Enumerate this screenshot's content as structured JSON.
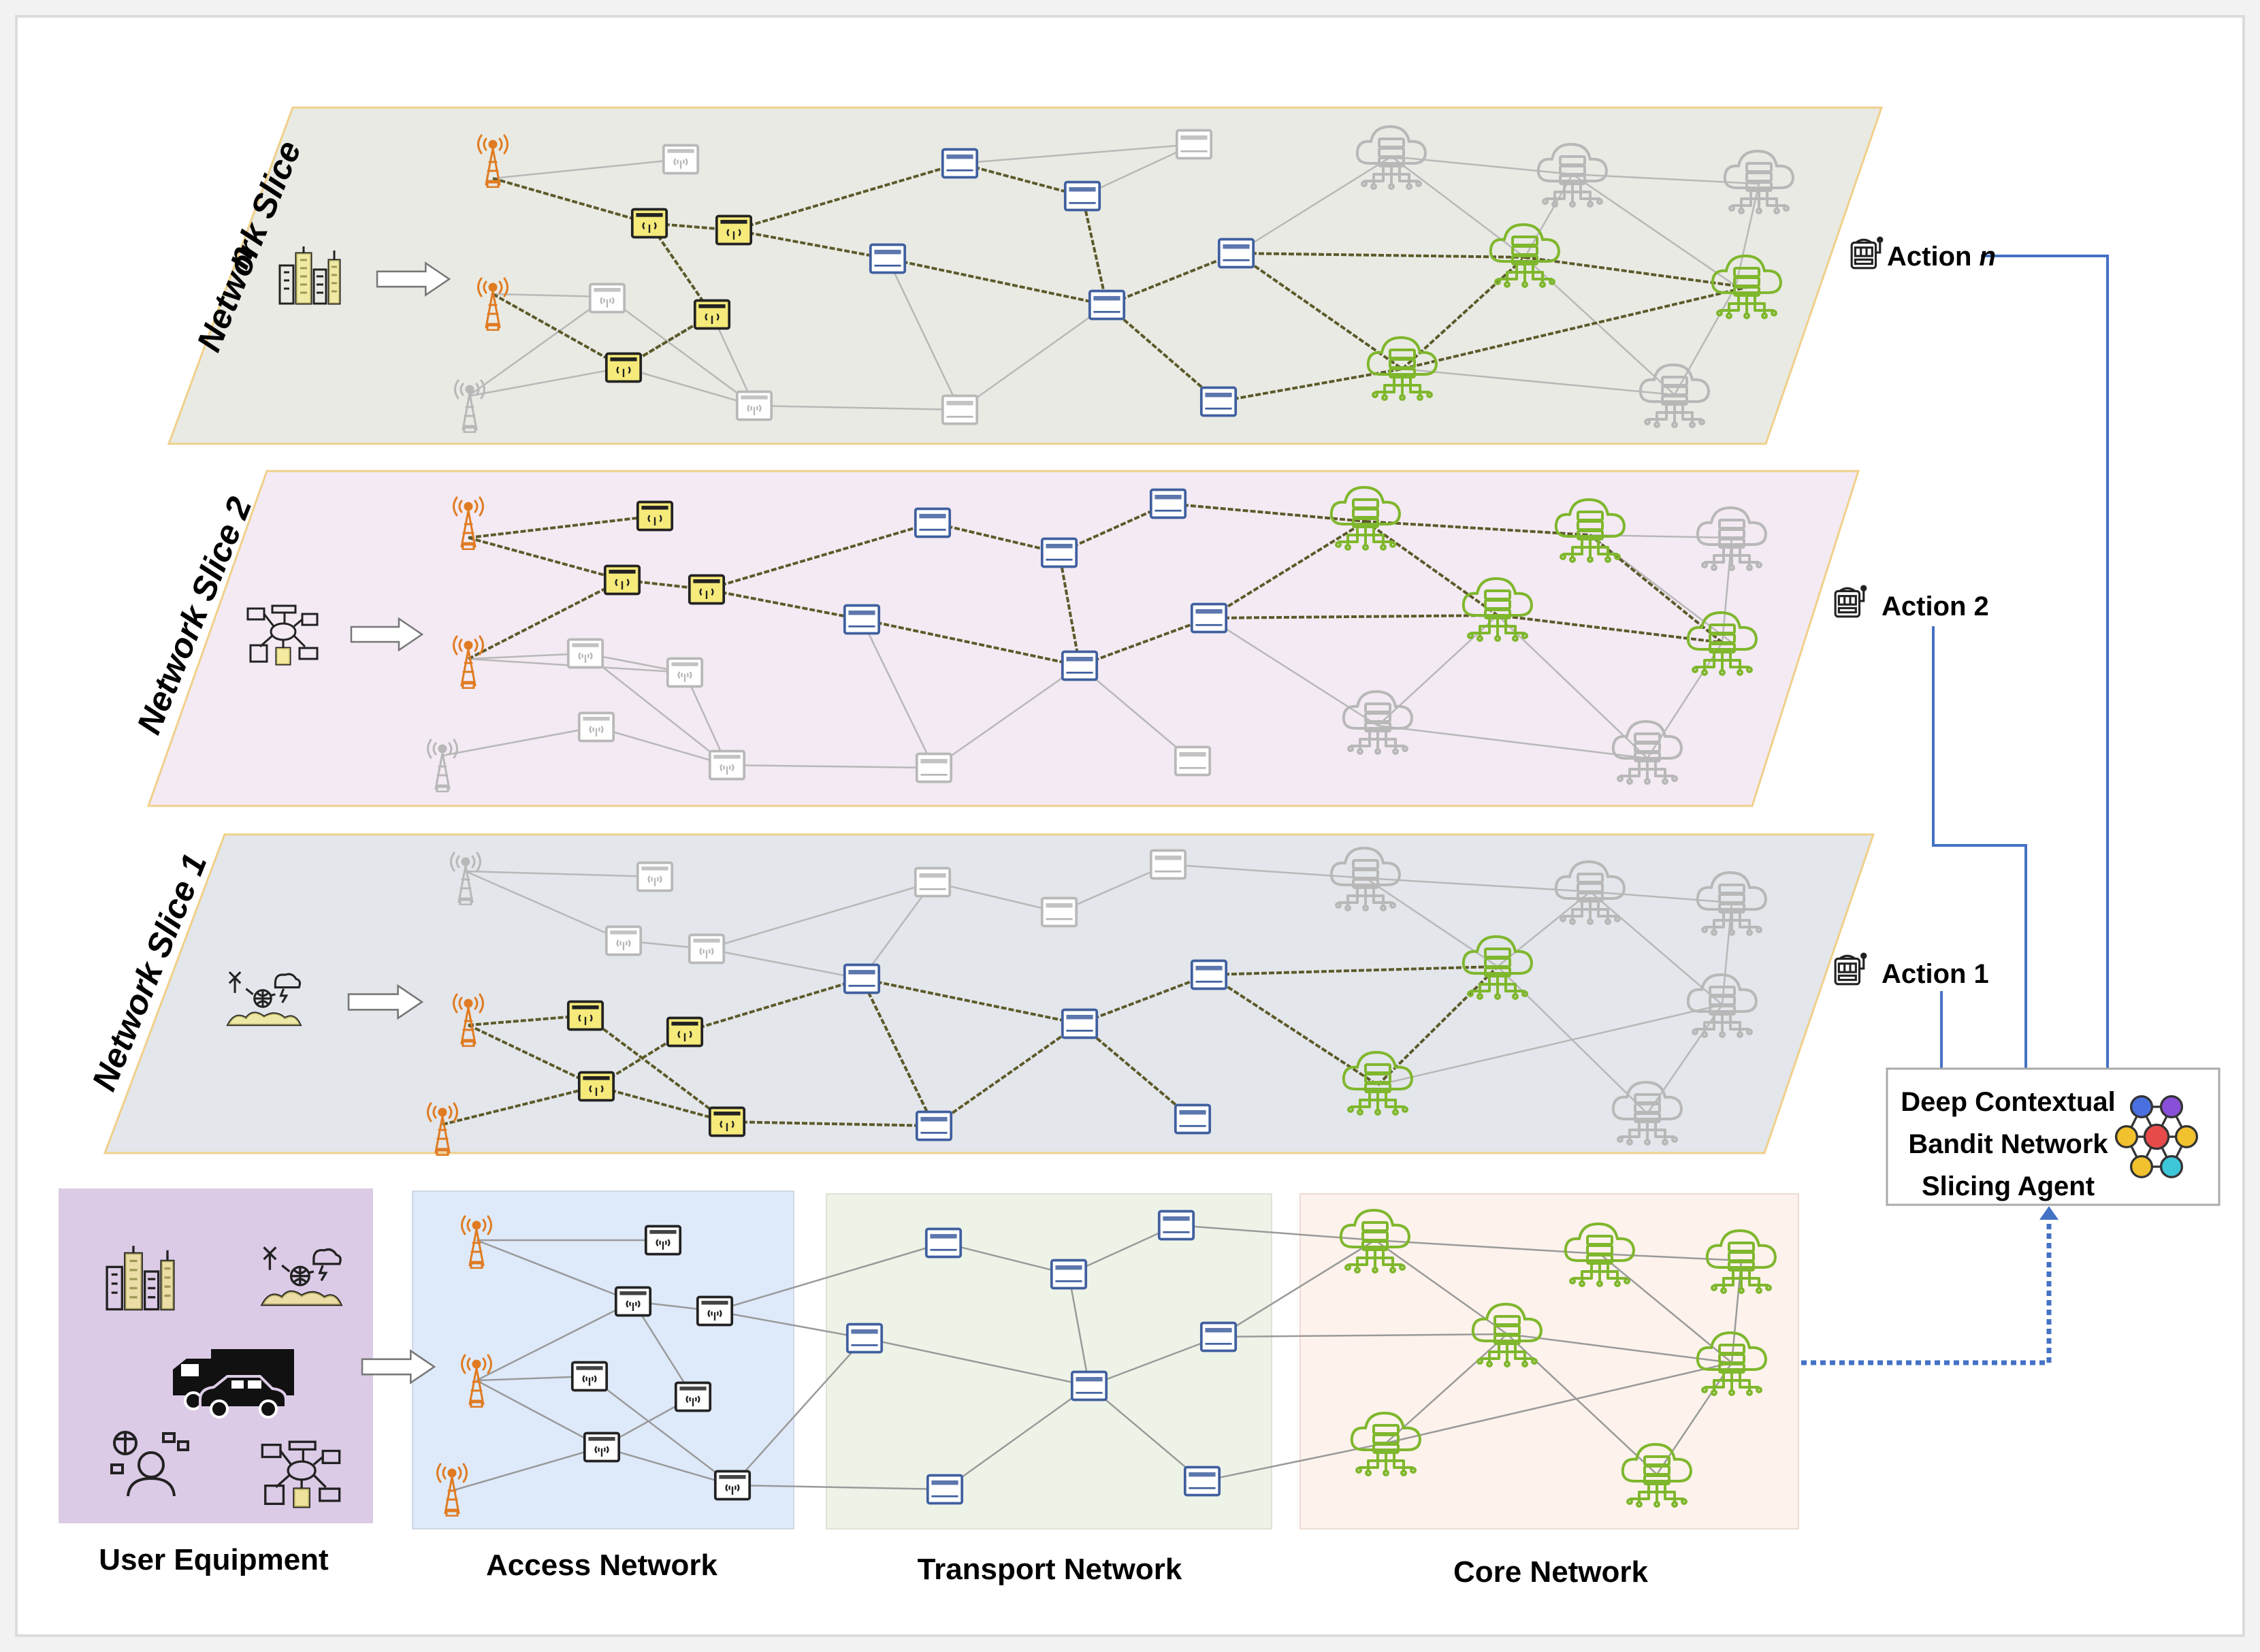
{
  "slices": [
    {
      "id": "n",
      "label": "Network Slice",
      "suffix": "n",
      "icon": "smart-city-icon",
      "bg": "#e9eae4"
    },
    {
      "id": "2",
      "label": "Network Slice 2",
      "suffix": "",
      "icon": "iot-devices-icon",
      "bg": "#f3eaf3"
    },
    {
      "id": "1",
      "label": "Network Slice 1",
      "suffix": "",
      "icon": "disaster-sensing-icon",
      "bg": "#e3e6ea"
    }
  ],
  "bottom_labels": {
    "user_equipment": "User Equipment",
    "access": "Access Network",
    "transport": "Transport Network",
    "core": "Core Network"
  },
  "actions": [
    {
      "id": "n",
      "label": "Action ",
      "italic": "n"
    },
    {
      "id": "2",
      "label": "Action 2",
      "italic": ""
    },
    {
      "id": "1",
      "label": "Action 1",
      "italic": ""
    }
  ],
  "agent": {
    "lines": [
      "Deep Contextual",
      "Bandit Network",
      "Slicing Agent"
    ],
    "icon": "neural-network-icon"
  },
  "colors": {
    "ue_bg": "#dccbe6",
    "access_bg": "#deeafa",
    "transport_bg": "#eef3e8",
    "core_bg": "#fdf2ec",
    "tower": "#e07b22",
    "switch": "#3f5f9f",
    "router": "#222222",
    "cloud": "#7fb72d",
    "active_fill": "#f5ea7a",
    "link_active": "#5c5a2a",
    "link_inactive": "#b8b8b8",
    "feedback": "#4472c4"
  },
  "icons": [
    "cell-tower-icon",
    "radio-switch-icon",
    "transport-switch-icon",
    "cloud-server-icon",
    "slot-machine-icon",
    "truck-icon",
    "car-icon",
    "person-icon",
    "arrow-right-icon"
  ]
}
